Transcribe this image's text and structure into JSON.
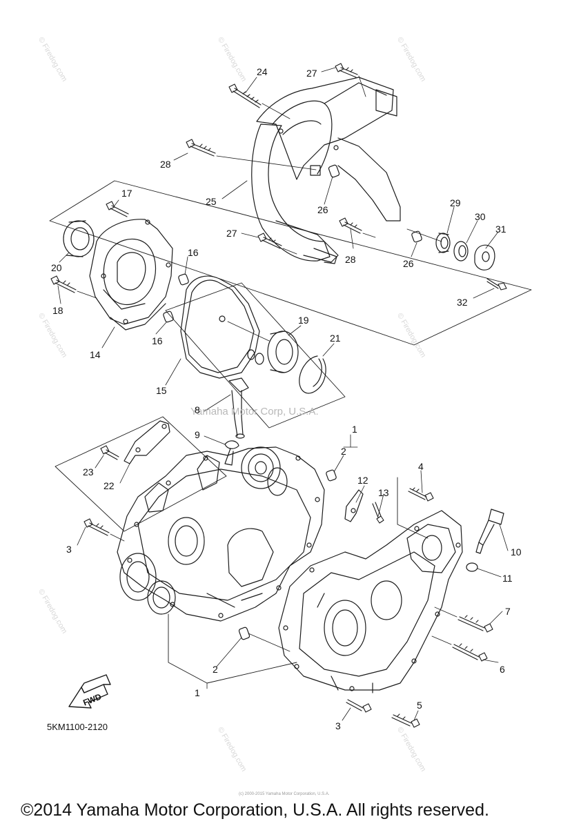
{
  "diagram": {
    "part_labels": {
      "p1a": "1",
      "p1b": "1",
      "p2a": "2",
      "p2b": "2",
      "p3a": "3",
      "p3b": "3",
      "p4": "4",
      "p5": "5",
      "p6": "6",
      "p7": "7",
      "p8": "8",
      "p9": "9",
      "p10": "10",
      "p11": "11",
      "p12": "12",
      "p13": "13",
      "p14": "14",
      "p15": "15",
      "p16a": "16",
      "p16b": "16",
      "p17": "17",
      "p18": "18",
      "p19": "19",
      "p20": "20",
      "p21": "21",
      "p22": "22",
      "p23": "23",
      "p24": "24",
      "p25": "25",
      "p26a": "26",
      "p26b": "26",
      "p27a": "27",
      "p27b": "27",
      "p28a": "28",
      "p28b": "28",
      "p29": "29",
      "p30": "30",
      "p31": "31",
      "p32": "32"
    },
    "watermark_center": "Yamaha Motor Corp, U.S.A.",
    "watermark_tile": "© Firedog.com",
    "fwd_label": "FWD",
    "diagram_code": "5KM1100-2120",
    "copyright": "©2014 Yamaha Motor Corporation, U.S.A. All rights reserved.",
    "fine_print": "(c) 2000-2015 Yamaha Motor Corporation, U.S.A."
  }
}
